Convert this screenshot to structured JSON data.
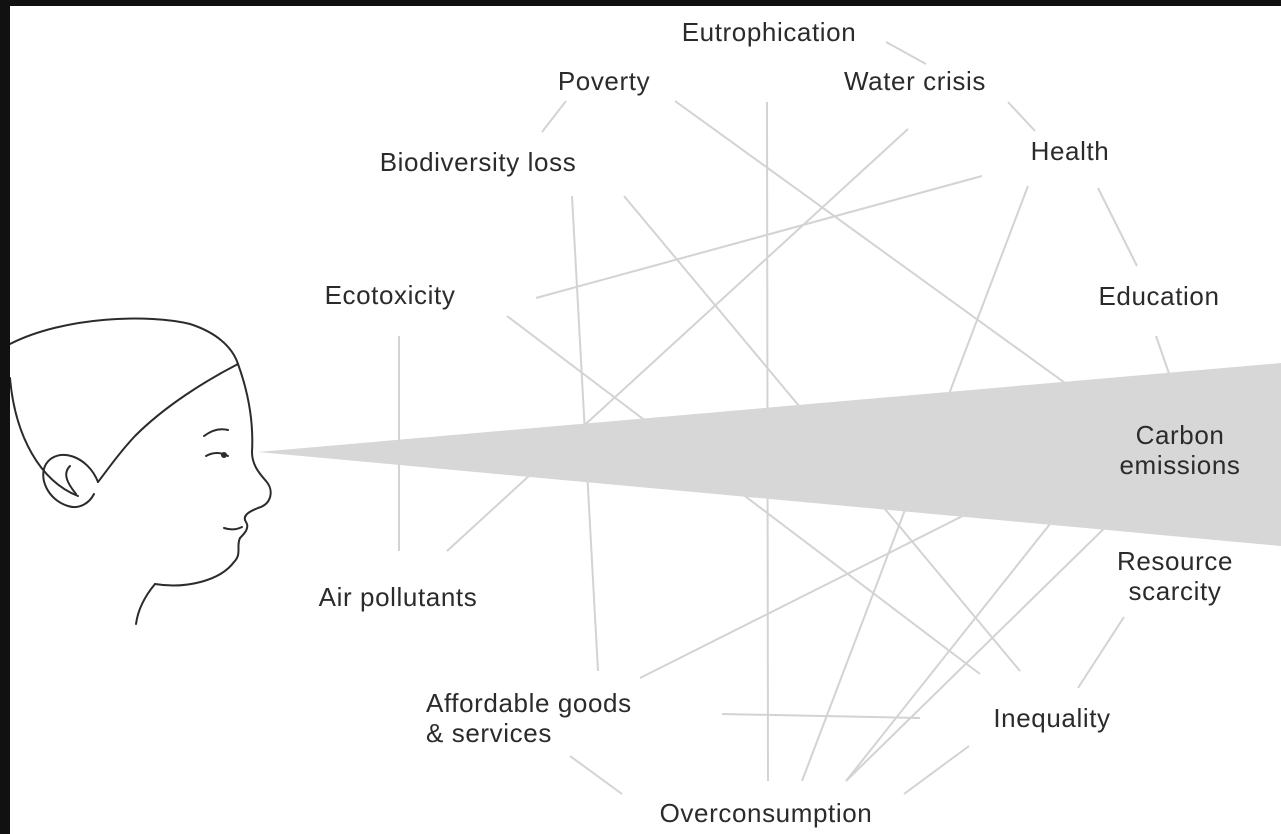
{
  "colors": {
    "background_frame": "#111111",
    "canvas": "#ffffff",
    "connector_line": "#d3d3d3",
    "gaze_cone": "#d7d7d7",
    "outline": "#2b2b2b",
    "label_text": "#2b2b2b"
  },
  "illustration": {
    "figure": "face-profile-icon",
    "gaze": "gaze-cone"
  },
  "topics": {
    "eutrophication": [
      "Eutrophication"
    ],
    "poverty": [
      "Poverty"
    ],
    "water_crisis": [
      "Water crisis"
    ],
    "biodiversity_loss": [
      "Biodiversity loss"
    ],
    "health": [
      "Health"
    ],
    "ecotoxicity": [
      "Ecotoxicity"
    ],
    "education": [
      "Education"
    ],
    "carbon_emissions": [
      "Carbon",
      "emissions"
    ],
    "resource_scarcity": [
      "Resource",
      "scarcity"
    ],
    "air_pollutants": [
      "Air pollutants"
    ],
    "affordable_goods": [
      "Affordable goods",
      "& services"
    ],
    "inequality": [
      "Inequality"
    ],
    "overconsumption": [
      "Overconsumption"
    ]
  }
}
